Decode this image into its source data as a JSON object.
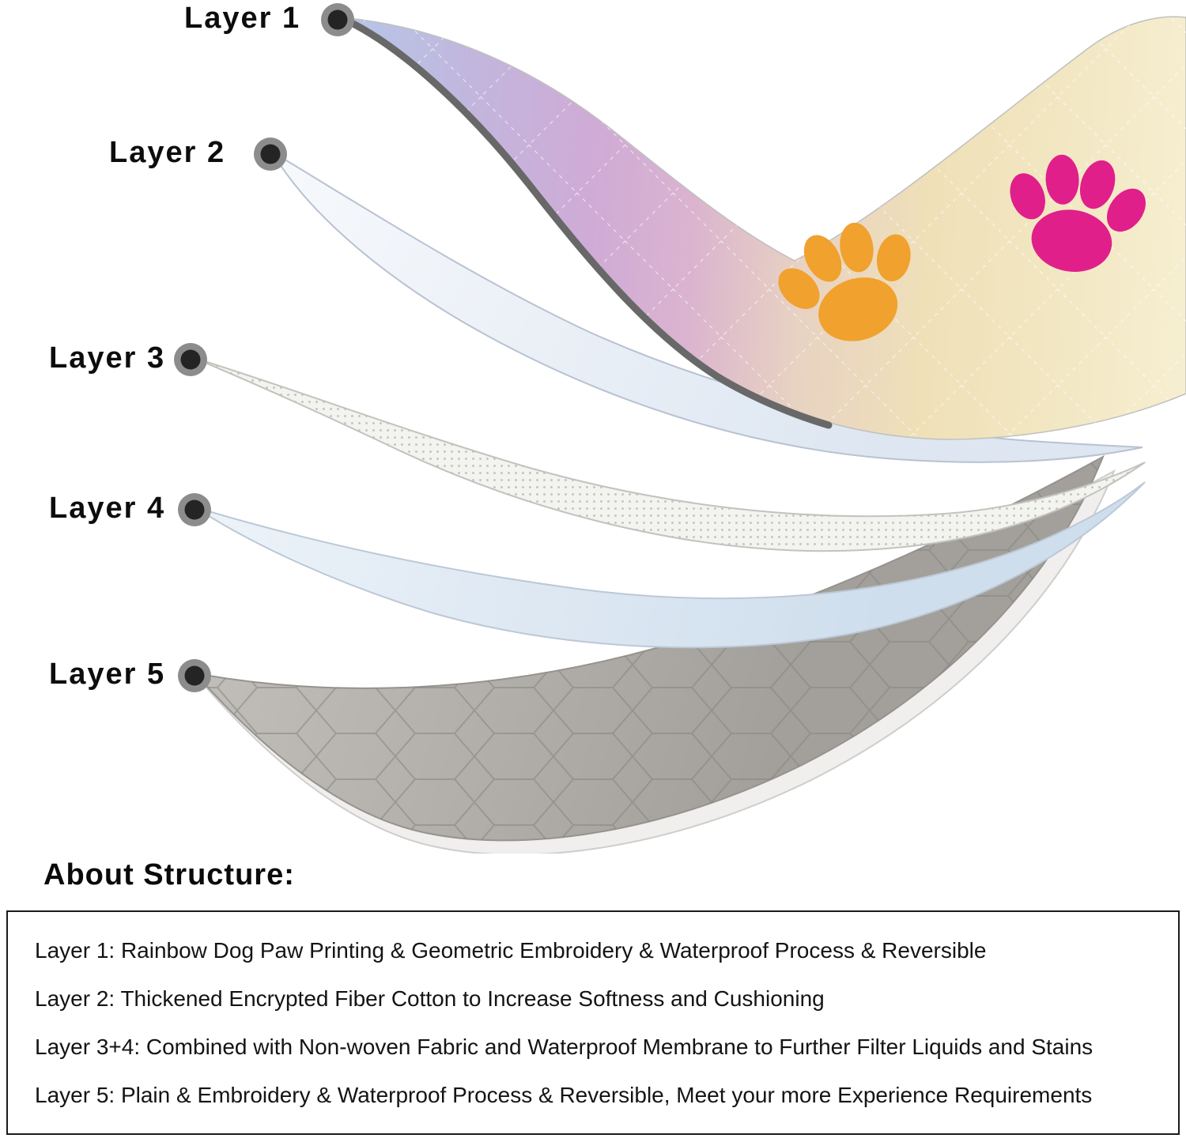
{
  "diagram": {
    "layers": [
      {
        "label": "Layer 1"
      },
      {
        "label": "Layer 2"
      },
      {
        "label": "Layer 3"
      },
      {
        "label": "Layer 4"
      },
      {
        "label": "Layer 5"
      }
    ]
  },
  "about": {
    "heading": "About Structure:",
    "lines": [
      "Layer 1: Rainbow Dog Paw Printing & Geometric Embroidery & Waterproof Process & Reversible",
      "Layer 2: Thickened Encrypted Fiber Cotton to Increase Softness and Cushioning",
      "Layer 3+4: Combined with Non-woven Fabric and Waterproof Membrane to Further Filter Liquids and Stains",
      "Layer 5: Plain & Embroidery & Waterproof Process & Reversible, Meet your more Experience Requirements"
    ]
  },
  "colors": {
    "paw_yellow": "#f0a12e",
    "paw_pink": "#e01f8a",
    "binding_gray": "#686868",
    "layer5_gray": "#aeaba6",
    "marker_core": "#242424",
    "marker_ring": "#8c8c8c"
  }
}
